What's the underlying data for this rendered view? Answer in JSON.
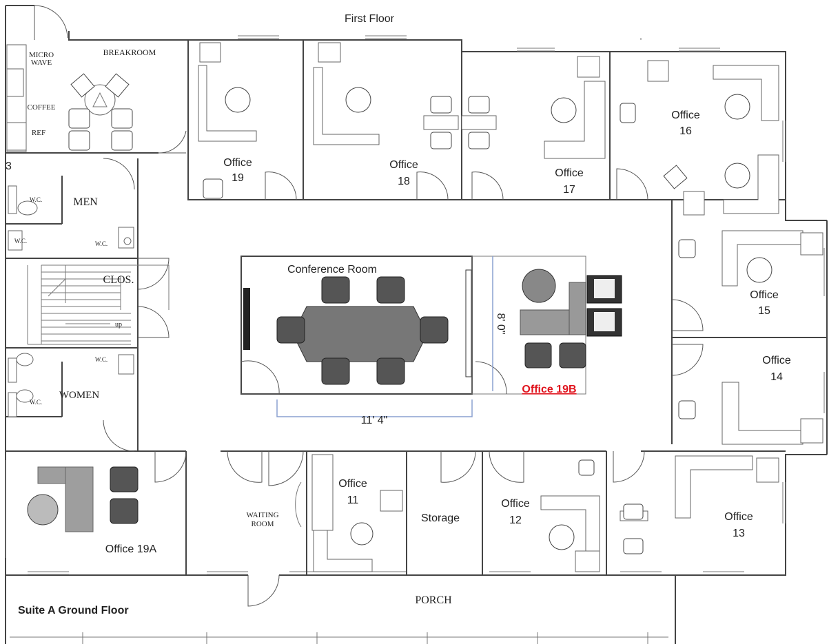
{
  "header": {
    "first_floor": "First Floor"
  },
  "footer": {
    "suite_title": "Suite A Ground Floor",
    "porch": "PORCH"
  },
  "rooms": {
    "breakroom": "BREAKROOM",
    "microwave_line1": "MICRO",
    "microwave_line2": "WAVE",
    "coffee": "COFFEE",
    "ref": "REF",
    "men": "MEN",
    "women": "WOMEN",
    "clos": "CLOS.",
    "up": "up",
    "wc_men_a": "W.C.",
    "wc_men_b": "W.C.",
    "wc_men_c": "W.C.",
    "wc_women_a": "W.C.",
    "wc_women_b": "W.C.",
    "stair_number": "3",
    "waiting_line1": "WAITING",
    "waiting_line2": "ROOM",
    "conference": "Conference Room",
    "storage": "Storage",
    "office_19a": "Office 19A",
    "office_19b": "Office 19B"
  },
  "offices": [
    {
      "id": "19",
      "word": "Office",
      "num": "19"
    },
    {
      "id": "18",
      "word": "Office",
      "num": "18"
    },
    {
      "id": "17",
      "word": "Office",
      "num": "17"
    },
    {
      "id": "16",
      "word": "Office",
      "num": "16"
    },
    {
      "id": "15",
      "word": "Office",
      "num": "15"
    },
    {
      "id": "14",
      "word": "Office",
      "num": "14"
    },
    {
      "id": "13",
      "word": "Office",
      "num": "13"
    },
    {
      "id": "12",
      "word": "Office",
      "num": "12"
    },
    {
      "id": "11",
      "word": "Office",
      "num": "11"
    }
  ],
  "dimensions": {
    "width": "11' 4\"",
    "depth": "8' 0\""
  },
  "colors": {
    "highlight": "#e0141e",
    "dimension_line": "#8aa0d0",
    "furniture_grey": "#888888"
  }
}
